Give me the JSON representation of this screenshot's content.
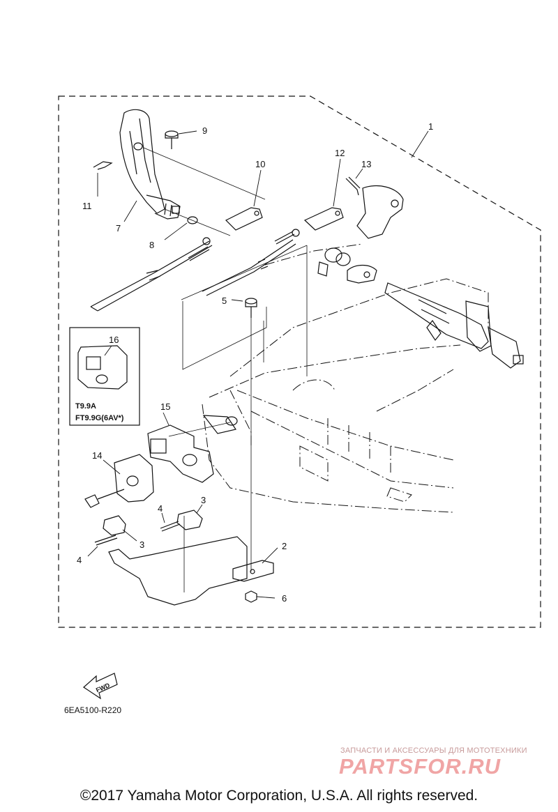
{
  "callouts": [
    "1",
    "2",
    "3",
    "4",
    "5",
    "6",
    "7",
    "8",
    "9",
    "10",
    "11",
    "12",
    "13",
    "14",
    "15",
    "16"
  ],
  "callout_3b": "3",
  "callout_4b": "4",
  "inset": {
    "line1": "T9.9A",
    "line2": "FT9.9G(6AV*)"
  },
  "fwd_label": "FWD",
  "drawing_code": "6EA5100-R220",
  "watermark": {
    "tagline": "ЗАПЧАСТИ И АКСЕССУАРЫ ДЛЯ МОТОТЕХНИКИ",
    "logo": "PARTSFOR.RU"
  },
  "copyright": "©2017 Yamaha Motor Corporation, U.S.A. All rights reserved."
}
